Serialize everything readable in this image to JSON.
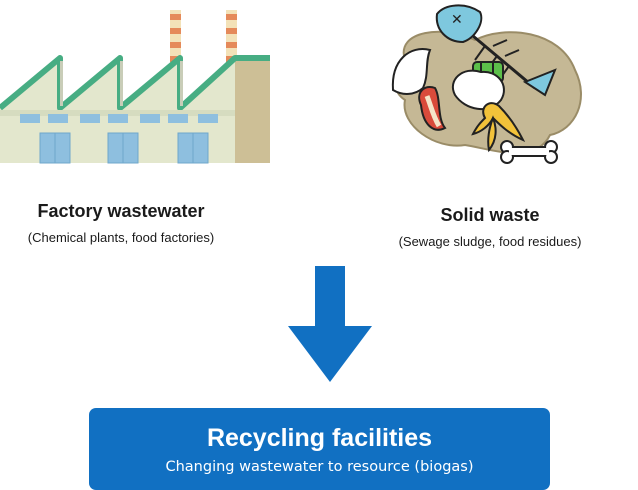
{
  "sources": [
    {
      "title": "Factory wastewater",
      "subtitle": "(Chemical plants, food factories)",
      "icon": "factory-icon"
    },
    {
      "title": "Solid waste",
      "subtitle": "(Sewage sludge, food residues)",
      "icon": "food-waste-icon"
    }
  ],
  "arrow": {
    "icon": "down-arrow-icon",
    "color": "#1170c2"
  },
  "result": {
    "title": "Recycling facilities",
    "subtitle": "Changing wastewater to resource (biogas)",
    "color": "#1170c2"
  }
}
